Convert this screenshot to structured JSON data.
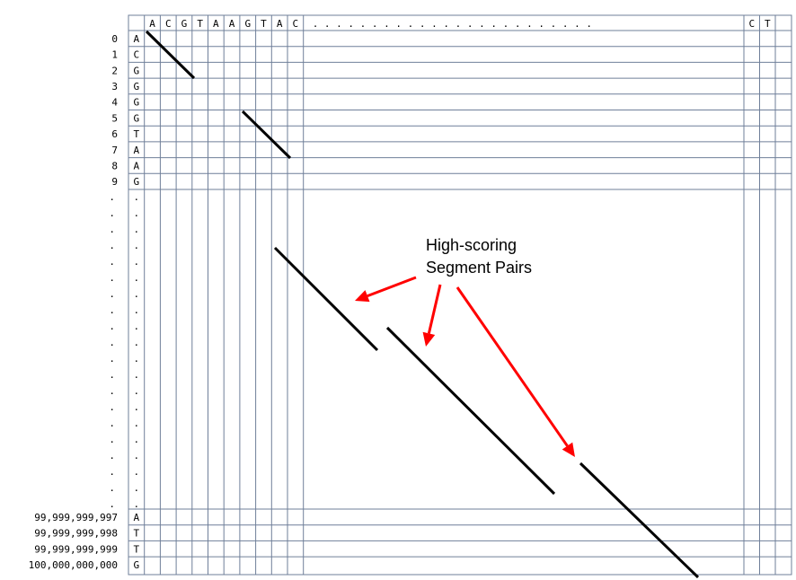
{
  "top_sequence": {
    "letters": [
      "A",
      "C",
      "G",
      "T",
      "A",
      "A",
      "G",
      "T",
      "A",
      "C"
    ],
    "ellipsis": ". . . . . . . . . . . . . . . . . . . . . . . .",
    "end_letters": [
      "C",
      "T"
    ]
  },
  "left_sequence": {
    "rows": [
      {
        "index": "0",
        "base": "A"
      },
      {
        "index": "1",
        "base": "C"
      },
      {
        "index": "2",
        "base": "G"
      },
      {
        "index": "3",
        "base": "G"
      },
      {
        "index": "4",
        "base": "G"
      },
      {
        "index": "5",
        "base": "G"
      },
      {
        "index": "6",
        "base": "T"
      },
      {
        "index": "7",
        "base": "A"
      },
      {
        "index": "8",
        "base": "A"
      },
      {
        "index": "9",
        "base": "G"
      }
    ],
    "dot": ".",
    "end_rows": [
      {
        "index": "99,999,999,997",
        "base": "A"
      },
      {
        "index": "99,999,999,998",
        "base": "T"
      },
      {
        "index": "99,999,999,999",
        "base": "T"
      },
      {
        "index": "100,000,000,000",
        "base": "G"
      }
    ]
  },
  "annotation": {
    "line1": "High-scoring",
    "line2": "Segment Pairs",
    "arrow_color": "#ff0000"
  },
  "colors": {
    "grid": "#6f7f99",
    "segment": "#000000"
  }
}
